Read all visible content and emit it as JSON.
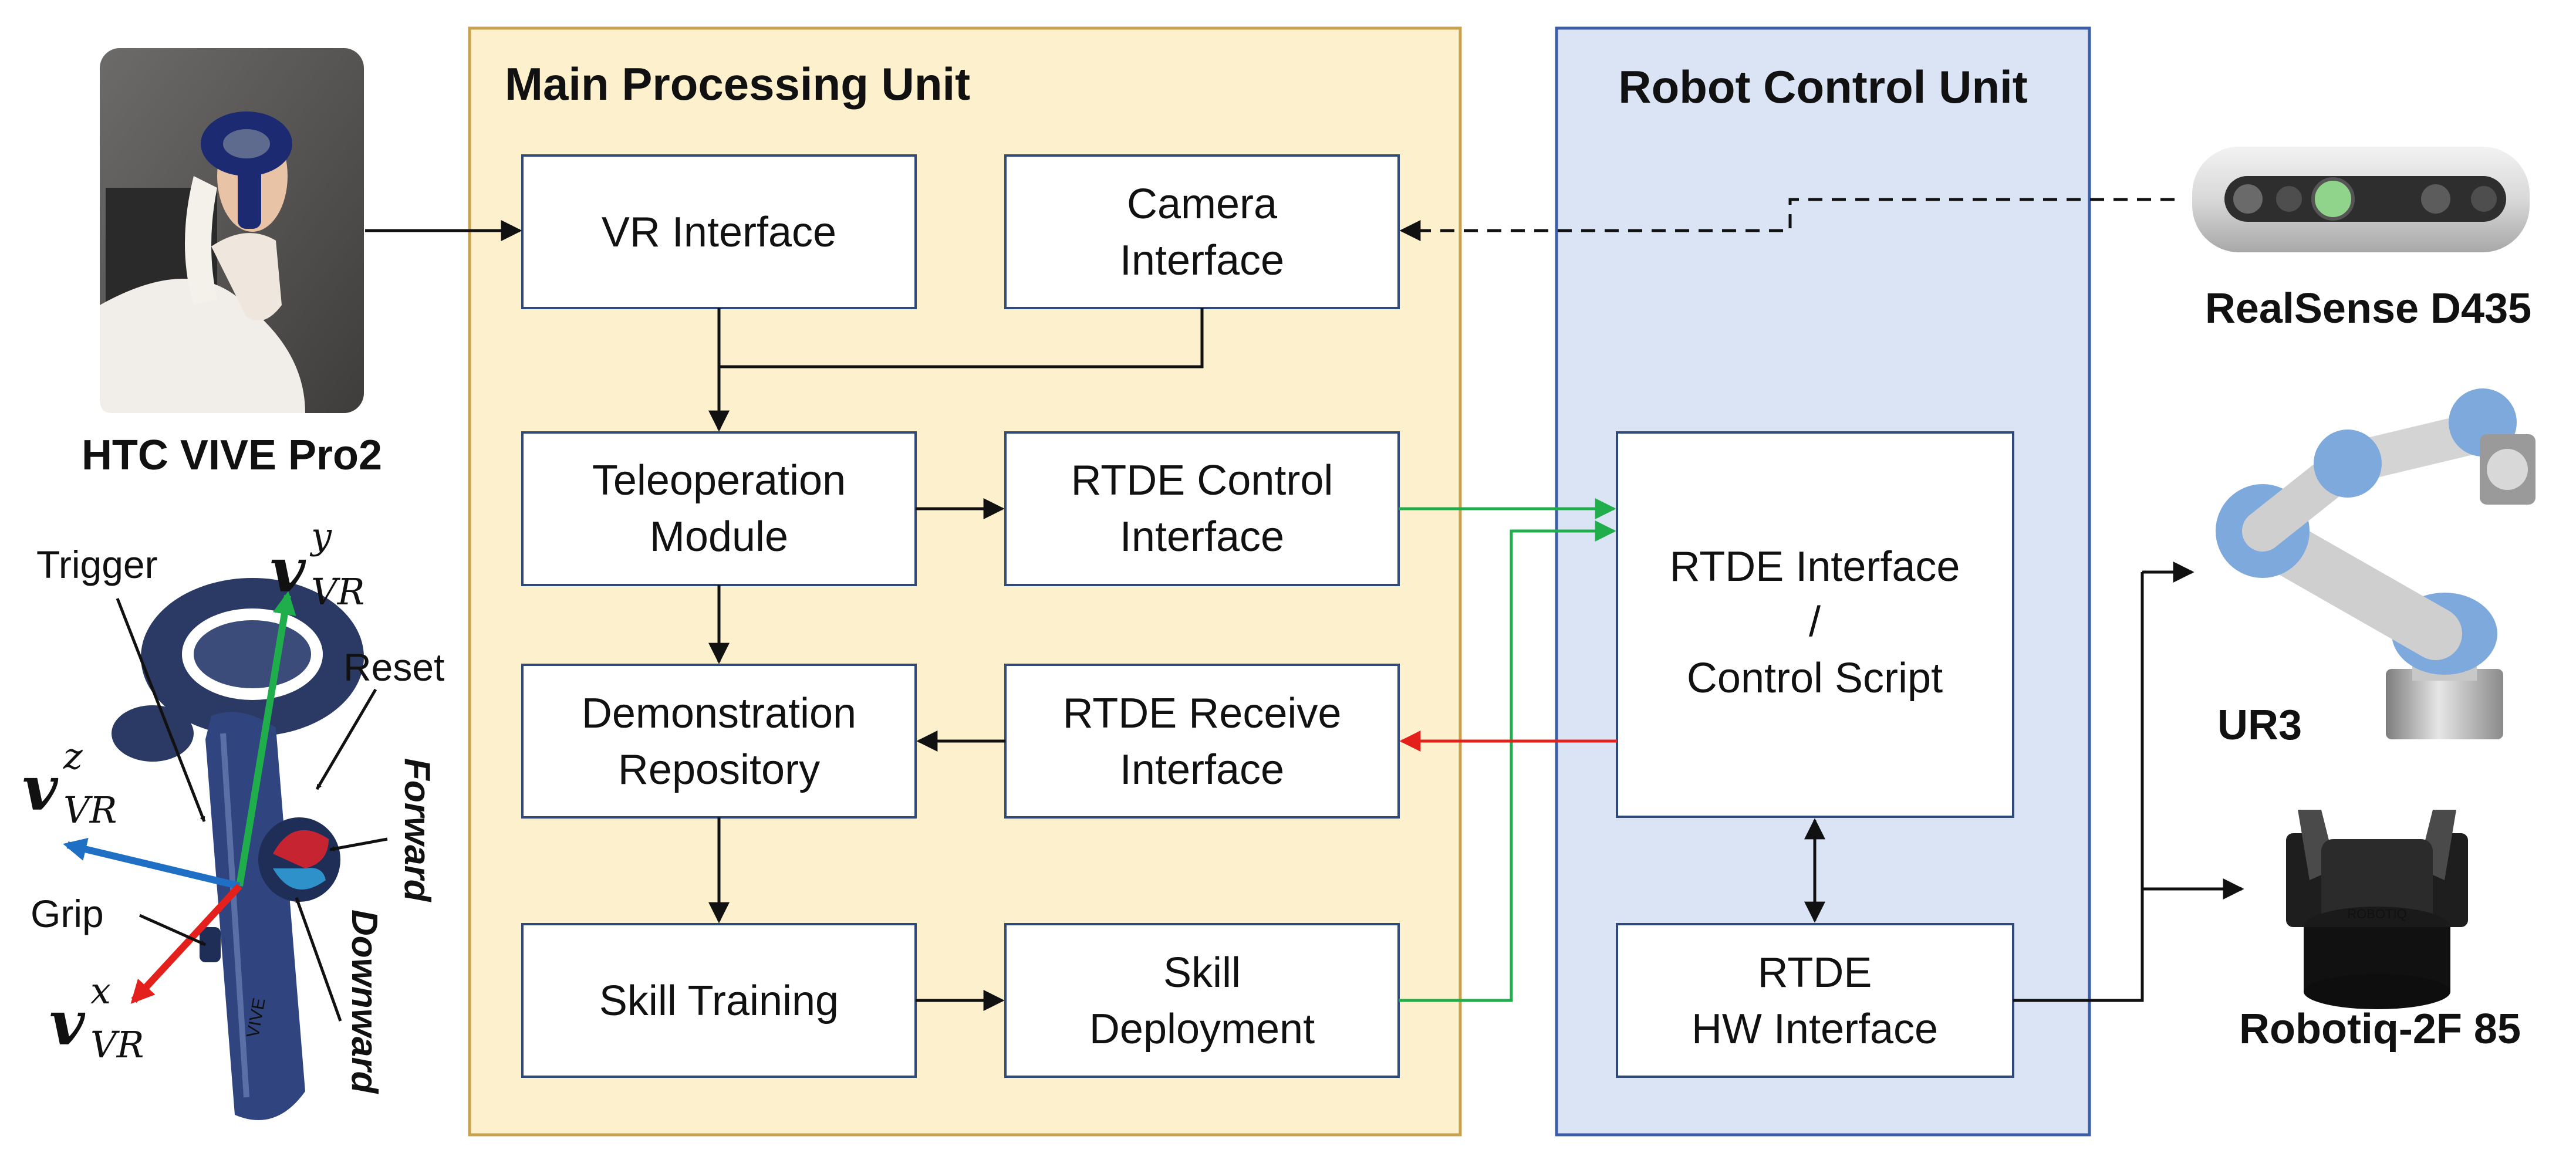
{
  "panels": {
    "main": {
      "title": "Main Processing Unit",
      "fill": "#fdf0cd",
      "stroke": "#c9a24e"
    },
    "robot": {
      "title": "Robot Control Unit",
      "fill": "#dbe4f4",
      "stroke": "#3c5ea8"
    }
  },
  "boxes": {
    "vr_interface": [
      "VR Interface"
    ],
    "camera_interface": [
      "Camera",
      "Interface"
    ],
    "teleoperation_module": [
      "Teleoperation",
      "Module"
    ],
    "rtde_control_interface": [
      "RTDE Control",
      "Interface"
    ],
    "demonstration_repository": [
      "Demonstration",
      "Repository"
    ],
    "rtde_receive_interface": [
      "RTDE Receive",
      "Interface"
    ],
    "skill_training": [
      "Skill Training"
    ],
    "skill_deployment": [
      "Skill",
      "Deployment"
    ],
    "rtde_interface_control_script": [
      "RTDE Interface",
      "/",
      "Control Script"
    ],
    "rtde_hw_interface": [
      "RTDE",
      "HW Interface"
    ]
  },
  "devices": {
    "headset": "HTC VIVE Pro2",
    "camera": "RealSense D435",
    "arm": "UR3",
    "gripper": "Robotiq-2F 85",
    "gripper_logo": "ROBOTIQ",
    "controller_logo": "VIVE"
  },
  "controller": {
    "trigger": "Trigger",
    "reset": "Reset",
    "grip": "Grip",
    "forward": "Forward",
    "downward": "Downward",
    "vy_base": "v",
    "vy_sup": "y",
    "vy_sub": "VR",
    "vz_base": "v",
    "vz_sup": "z",
    "vz_sub": "VR",
    "vx_base": "v",
    "vx_sup": "x",
    "vx_sub": "VR"
  },
  "colors": {
    "box_border": "#2f4a7a",
    "arrow_black": "#111111",
    "arrow_green": "#1fae4b",
    "arrow_red": "#e3201b",
    "axis_y": "#1fae4b",
    "axis_z": "#1f6fc4",
    "axis_x": "#e3201b",
    "forward_text": "#b01c2e",
    "downward_text": "#1f8fb0"
  }
}
